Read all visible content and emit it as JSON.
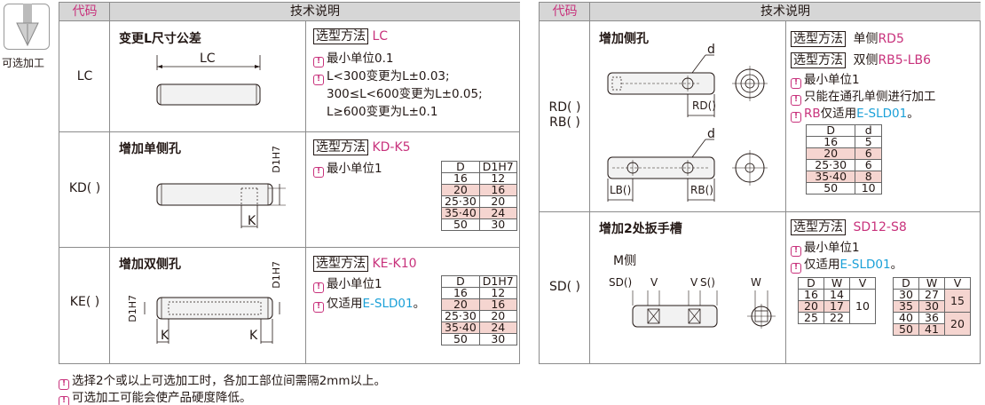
{
  "side_label": "可选加工",
  "left_table": {
    "header_code": "代码",
    "header_desc": "技术说明",
    "rows": [
      {
        "code": "LC",
        "title": "变更L尺寸公差",
        "dim_label": "LC",
        "select_label": "选型方法",
        "select_value": "LC",
        "notes": [
          "最小单位0.1",
          "L<300变更为L±0.03;",
          "300≤L<600变更为L±0.05;",
          "L≥600变更为L±0.1"
        ]
      },
      {
        "code": "KD( )",
        "title": "增加单侧孔",
        "dim_labels": [
          "D1H7",
          "K"
        ],
        "select_label": "选型方法",
        "select_value": "KD-K5",
        "notes": [
          "最小单位1"
        ],
        "table_head": [
          "D",
          "D1H7"
        ],
        "table_rows": [
          [
            "16",
            "12"
          ],
          [
            "20",
            "16"
          ],
          [
            "25·30",
            "20"
          ],
          [
            "35·40",
            "24"
          ],
          [
            "50",
            "30"
          ]
        ]
      },
      {
        "code": "KE( )",
        "title": "增加双侧孔",
        "dim_labels": [
          "D1H7",
          "D1H7",
          "K",
          "K"
        ],
        "select_label": "选型方法",
        "select_value": "KE-K10",
        "notes": [
          "最小单位1",
          "仅适用",
          "E-SLD01",
          "。"
        ],
        "table_head": [
          "D",
          "D1H7"
        ],
        "table_rows": [
          [
            "16",
            "12"
          ],
          [
            "20",
            "16"
          ],
          [
            "25·30",
            "20"
          ],
          [
            "35·40",
            "24"
          ],
          [
            "50",
            "30"
          ]
        ]
      }
    ]
  },
  "right_table": {
    "header_code": "代码",
    "header_desc": "技术说明",
    "rows": [
      {
        "code_lines": [
          "RD( )",
          "RB( )"
        ],
        "title": "增加侧孔",
        "dim_labels": [
          "d",
          "RD()",
          "d",
          "LB()",
          "RB()"
        ],
        "select_label": "选型方法",
        "select_values": [
          "单侧",
          "RD5",
          "双侧",
          "RB5-LB6"
        ],
        "notes": [
          "最小单位1",
          "只能在通孔单侧进行加工",
          "RB",
          "仅适用",
          "E-SLD01",
          "。"
        ],
        "table_head": [
          "D",
          "d"
        ],
        "table_rows": [
          [
            "16",
            "5"
          ],
          [
            "20",
            "6"
          ],
          [
            "25·30",
            "6"
          ],
          [
            "35·40",
            "8"
          ],
          [
            "50",
            "10"
          ]
        ]
      },
      {
        "code": "SD( )",
        "title": "增加2处扳手槽",
        "sub_label": "M侧",
        "dim_labels": [
          "SD()",
          "V",
          "V",
          "S()",
          "W"
        ],
        "select_label": "选型方法",
        "select_value": "SD12-S8",
        "notes": [
          "最小单位1",
          "仅适用",
          "E-SLD01",
          "。"
        ],
        "table1_head": [
          "D",
          "W",
          "V"
        ],
        "table1_rows": [
          [
            "16",
            "14"
          ],
          [
            "20",
            "17"
          ],
          [
            "25",
            "22"
          ]
        ],
        "table1_v": "10",
        "table2_head": [
          "D",
          "W",
          "V"
        ],
        "table2_rows": [
          [
            "30",
            "27"
          ],
          [
            "35",
            "30"
          ],
          [
            "40",
            "36"
          ],
          [
            "50",
            "41"
          ]
        ],
        "table2_v": [
          "15",
          "20"
        ]
      }
    ]
  },
  "footnotes": [
    "选择2个或以上可选加工时，各加工部位间需隔2mm以上。",
    "可选加工可能会使产品硬度降低。"
  ],
  "colors": {
    "accent": "#c8327c",
    "blue": "#1aa0d8",
    "highlight": "#f5d5d0",
    "header": "#d6d6d6"
  }
}
